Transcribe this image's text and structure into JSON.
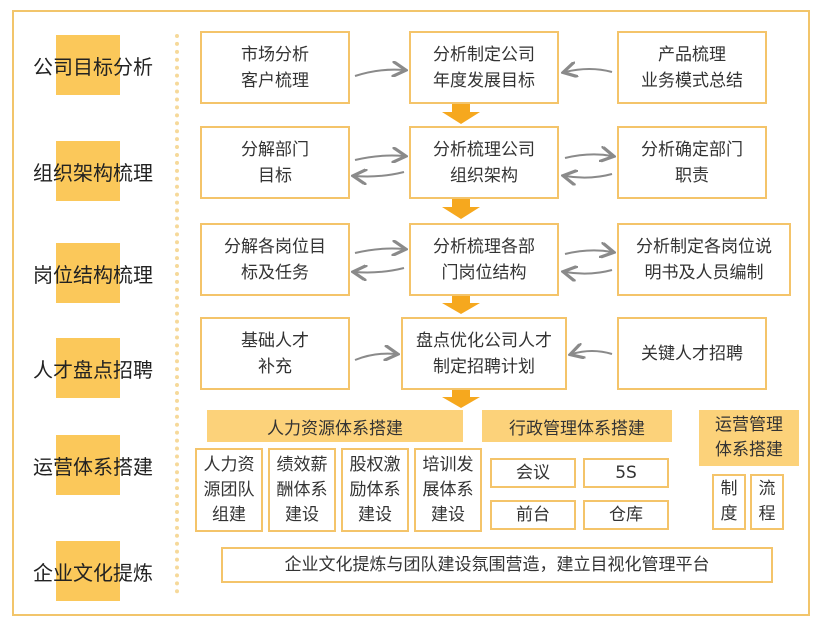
{
  "rows": [
    {
      "label": "公司目标分析"
    },
    {
      "label": "组织架构梳理"
    },
    {
      "label": "岗位结构梳理"
    },
    {
      "label": "人才盘点招聘"
    },
    {
      "label": "运营体系搭建"
    },
    {
      "label": "企业文化提炼"
    }
  ],
  "row1": {
    "left": "市场分析\n客户梳理",
    "center": "分析制定公司\n年度发展目标",
    "right": "产品梳理\n业务模式总结"
  },
  "row2": {
    "left": "分解部门\n目标",
    "center": "分析梳理公司\n组织架构",
    "right": "分析确定部门\n职责"
  },
  "row3": {
    "left": "分解各岗位目\n标及任务",
    "center": "分析梳理各部\n门岗位结构",
    "right": "分析制定各岗位说\n明书及人员编制"
  },
  "row4": {
    "left": "基础人才\n补充",
    "center": "盘点优化公司人才\n制定招聘计划",
    "right": "关键人才招聘"
  },
  "ops": {
    "hr_title": "人力资源体系搭建",
    "hr_items": [
      "人力资\n源团队\n组建",
      "绩效薪\n酬体系\n建设",
      "股权激\n励体系\n建设",
      "培训发\n展体系\n建设"
    ],
    "admin_title": "行政管理体系搭建",
    "admin_items": [
      "会议",
      "5S",
      "前台",
      "仓库"
    ],
    "run_title": "运营管理\n体系搭建",
    "run_items": [
      "制\n度",
      "流\n程"
    ]
  },
  "culture": {
    "text": "企业文化提炼与团队建设氛围营造，建立目视化管理平台"
  },
  "colors": {
    "accent": "#fbc85a",
    "border": "#f4c46a",
    "arrow_orange": "#f6a81e",
    "arrow_gray": "#8a8a8a"
  }
}
